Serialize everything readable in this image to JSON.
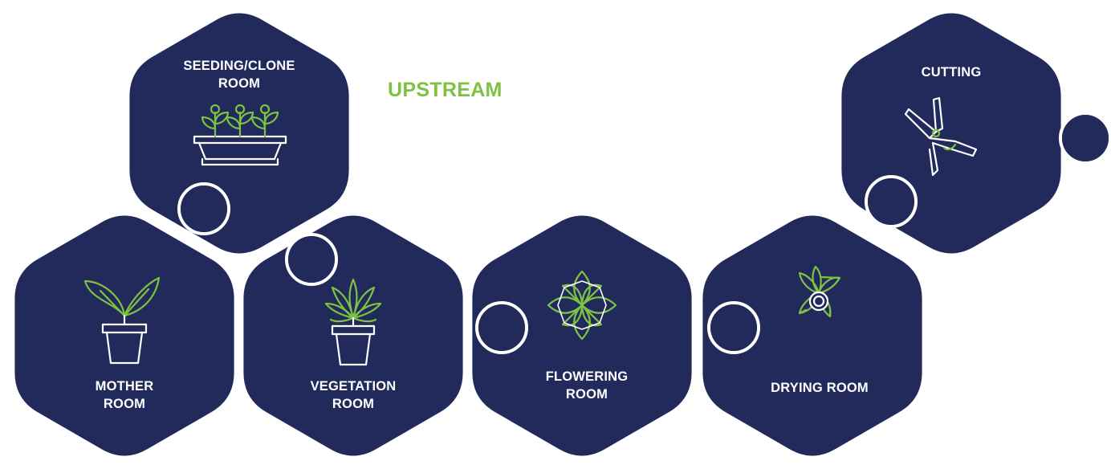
{
  "heading": "UPSTREAM",
  "stages": {
    "seeding": {
      "line1": "SEEDING/CLONE",
      "line2": "ROOM",
      "icon": "seedling-tray-icon"
    },
    "mother": {
      "line1": "MOTHER",
      "line2": "ROOM",
      "icon": "potted-plant-icon"
    },
    "vegetation": {
      "line1": "VEGETATION",
      "line2": "ROOM",
      "icon": "cannabis-pot-icon"
    },
    "flowering": {
      "line1": "FLOWERING",
      "line2": "ROOM",
      "icon": "flower-icon"
    },
    "drying": {
      "line1": "DRYING ROOM",
      "line2": "",
      "icon": "fan-icon"
    },
    "cutting": {
      "line1": "CUTTING",
      "line2": "",
      "icon": "pruning-shears-icon"
    }
  },
  "colors": {
    "hexagon": "#222a5c",
    "accent": "#7dc242",
    "icon_line": "#ffffff",
    "background": "#ffffff"
  }
}
